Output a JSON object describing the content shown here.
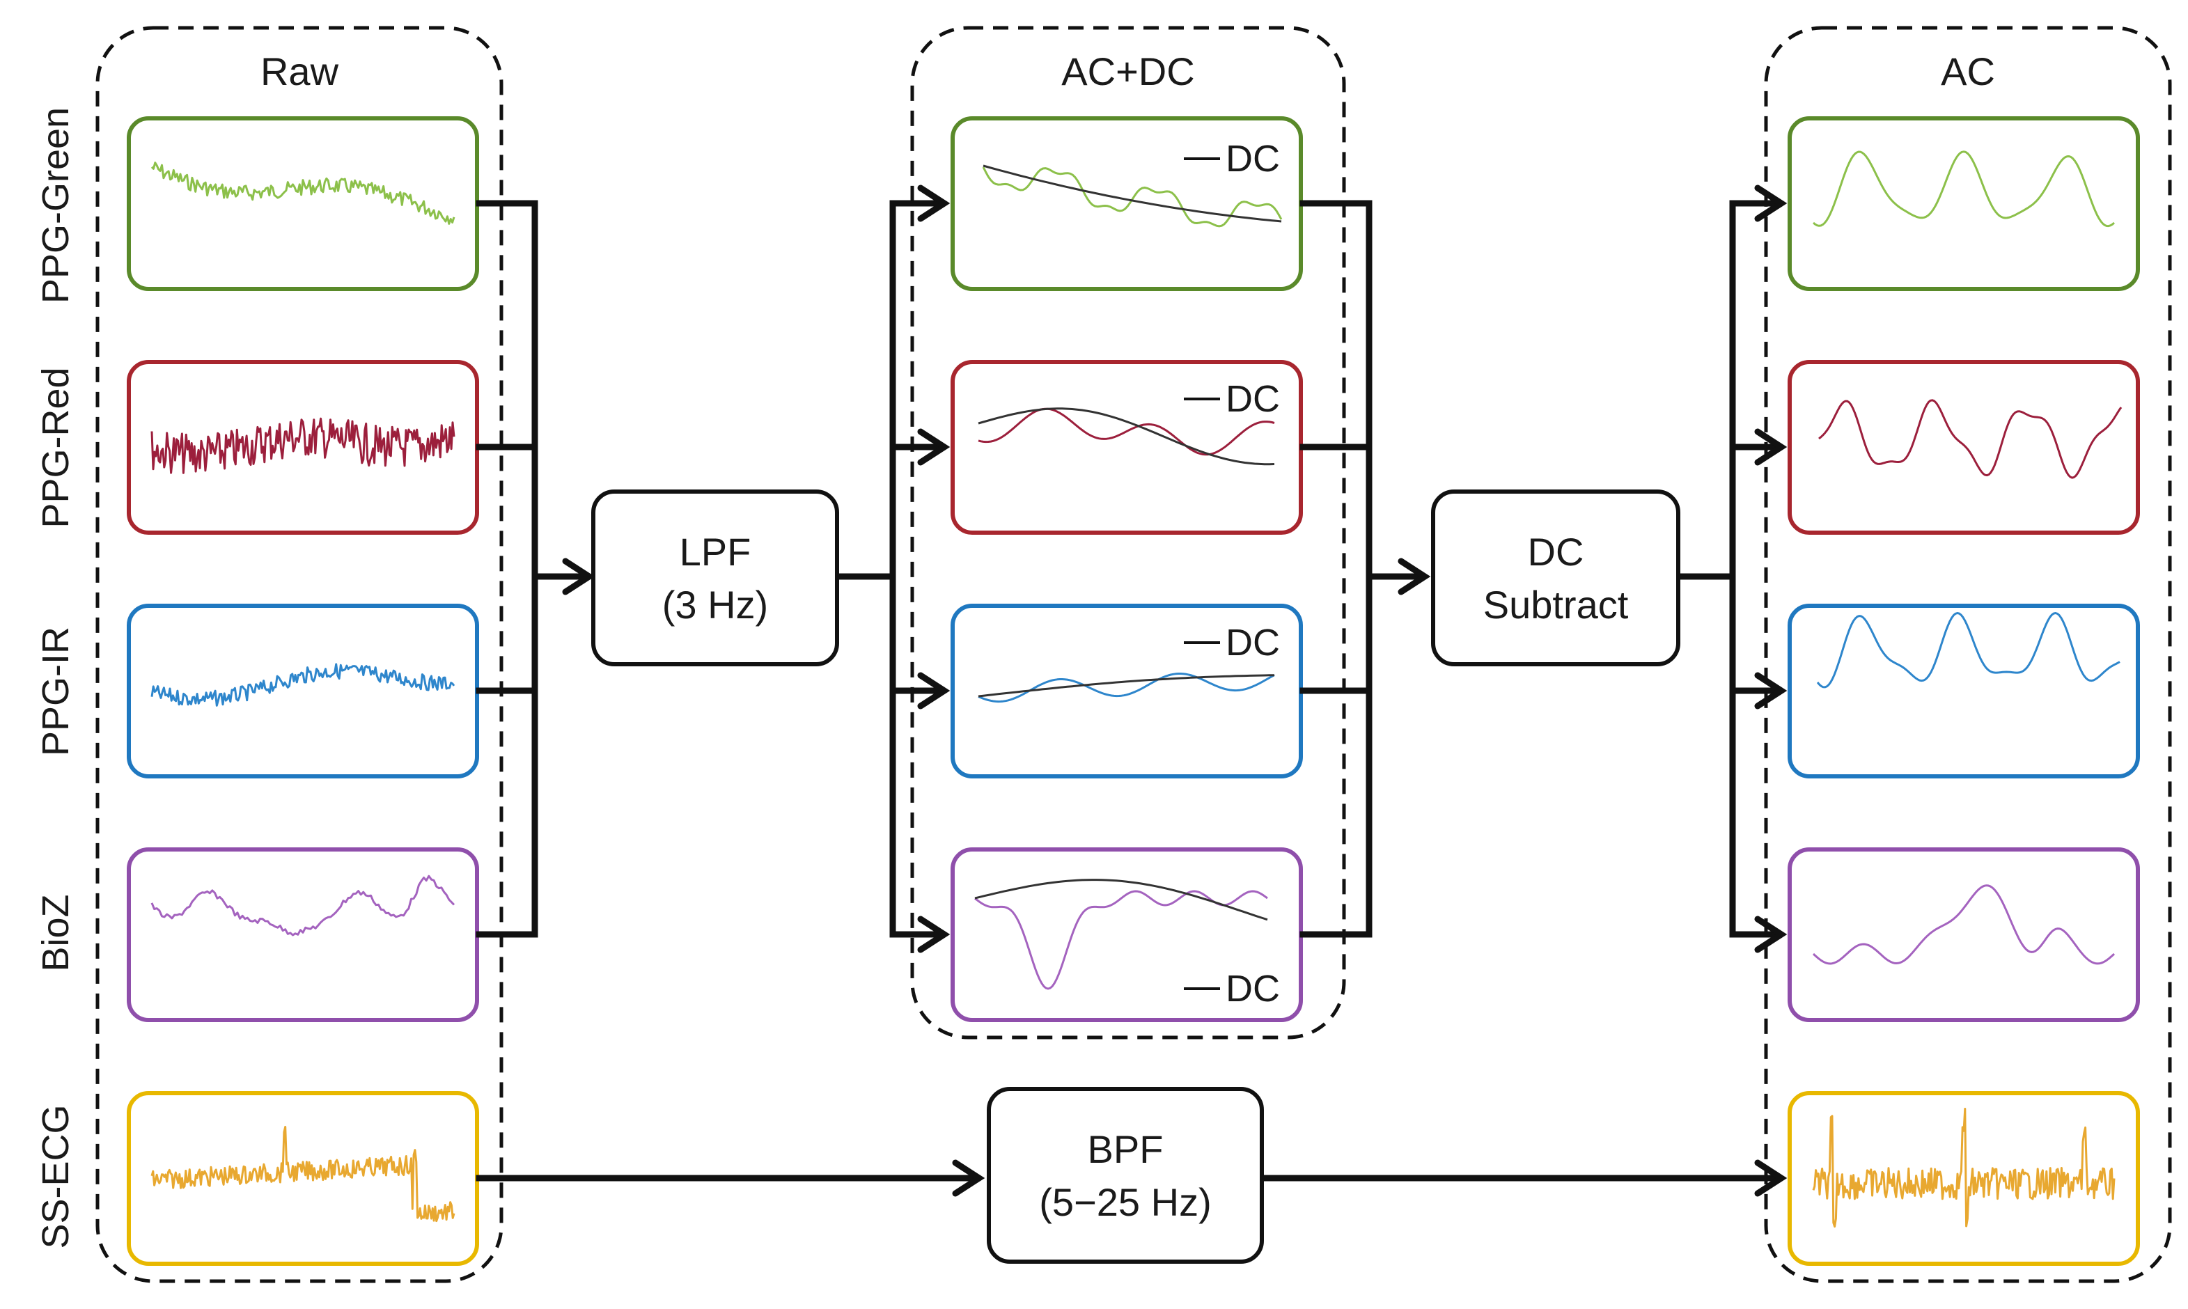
{
  "groups": {
    "raw": "Raw",
    "acdc": "AC+DC",
    "ac": "AC"
  },
  "channels": [
    {
      "label": "PPG-Green",
      "color": "#5a8a2a",
      "signal": "#8cc04a"
    },
    {
      "label": "PPG-Red",
      "color": "#a8262e",
      "signal": "#9c1f3c"
    },
    {
      "label": "PPG-IR",
      "color": "#1f78c0",
      "signal": "#2e86cc"
    },
    {
      "label": "BioZ",
      "color": "#8f4fab",
      "signal": "#a463bf"
    },
    {
      "label": "SS-ECG",
      "color": "#e8b800",
      "signal": "#e8a830"
    }
  ],
  "dc_label": "DC",
  "dc_line_color": "#333333",
  "blocks": {
    "lpf": {
      "line1": "LPF",
      "line2": "(3 Hz)"
    },
    "dc_subtract": {
      "line1": "DC",
      "line2": "Subtract"
    },
    "bpf": {
      "line1": "BPF",
      "line2": "(5−25 Hz)"
    }
  }
}
